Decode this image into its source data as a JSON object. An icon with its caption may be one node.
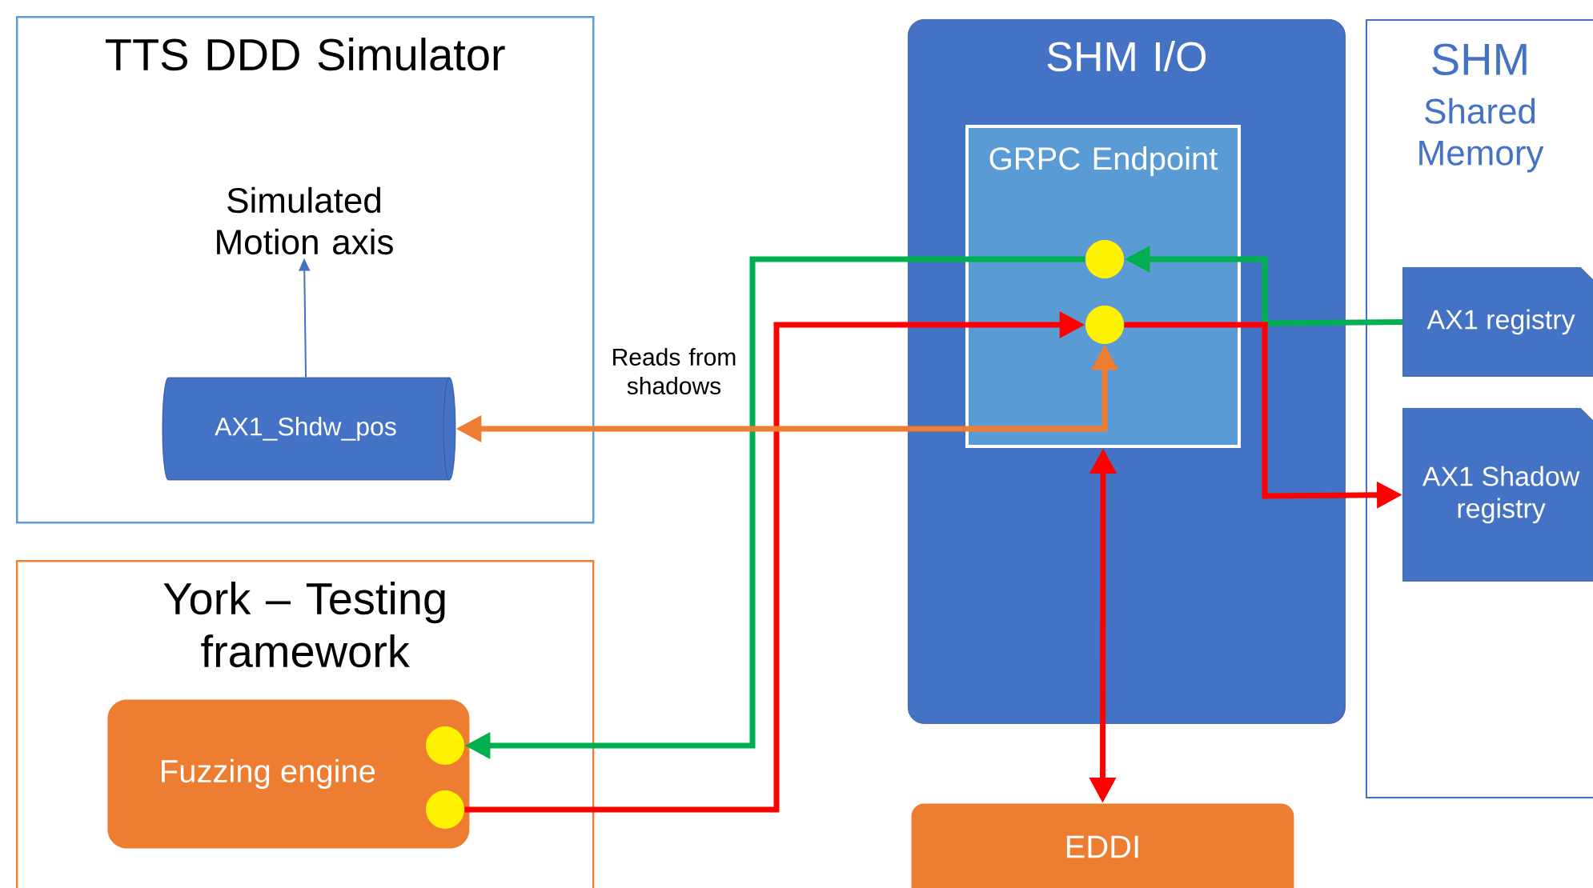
{
  "diagram": {
    "nodes": [
      {
        "text": [
          "TTS DDD Simulator"
        ]
      },
      {
        "text": [
          "Simulated Motion axis"
        ],
        "in": 0
      },
      {
        "text": [
          "AX1_Shdw_pos"
        ],
        "in": 0
      },
      {
        "text": [
          "York – Testing framework"
        ]
      },
      {
        "text": [
          "Fuzzing engine"
        ],
        "in": 3
      },
      {
        "text": [],
        "shape": "circle",
        "in": 4
      },
      {
        "text": [],
        "shape": "circle",
        "in": 4
      },
      {
        "text": [
          "SHM I/O"
        ]
      },
      {
        "text": [
          "GRPC Endpoint"
        ],
        "in": 7
      },
      {
        "text": [],
        "shape": "circle",
        "in": 8
      },
      {
        "text": [],
        "shape": "circle",
        "in": 8
      },
      {
        "text": [
          "SHM",
          "Shared Memory"
        ]
      },
      {
        "text": [
          "AX1 registry"
        ],
        "in": 11
      },
      {
        "text": [
          "AX1 Shadow registry"
        ],
        "in": 11
      },
      {
        "text": [
          "EDDI"
        ]
      }
    ],
    "edges": [
      {
        "from": 2,
        "to": 1,
        "arrow": "to",
        "color": "#4472c4"
      },
      {
        "from": 12,
        "to": 9,
        "arrow": "to",
        "color": "#00b050"
      },
      {
        "from": 9,
        "to": 5,
        "arrow": "to",
        "color": "#00b050"
      },
      {
        "from": 6,
        "to": 10,
        "arrow": "to",
        "color": "#ff0000"
      },
      {
        "from": 10,
        "to": 13,
        "arrow": "to",
        "color": "#ff0000"
      },
      {
        "from": 10,
        "to": 2,
        "arrow": "both",
        "color": "#ed7d31",
        "label": "Reads from shadows"
      },
      {
        "from": 8,
        "to": 14,
        "arrow": "both",
        "color": "#ff0000"
      }
    ]
  }
}
